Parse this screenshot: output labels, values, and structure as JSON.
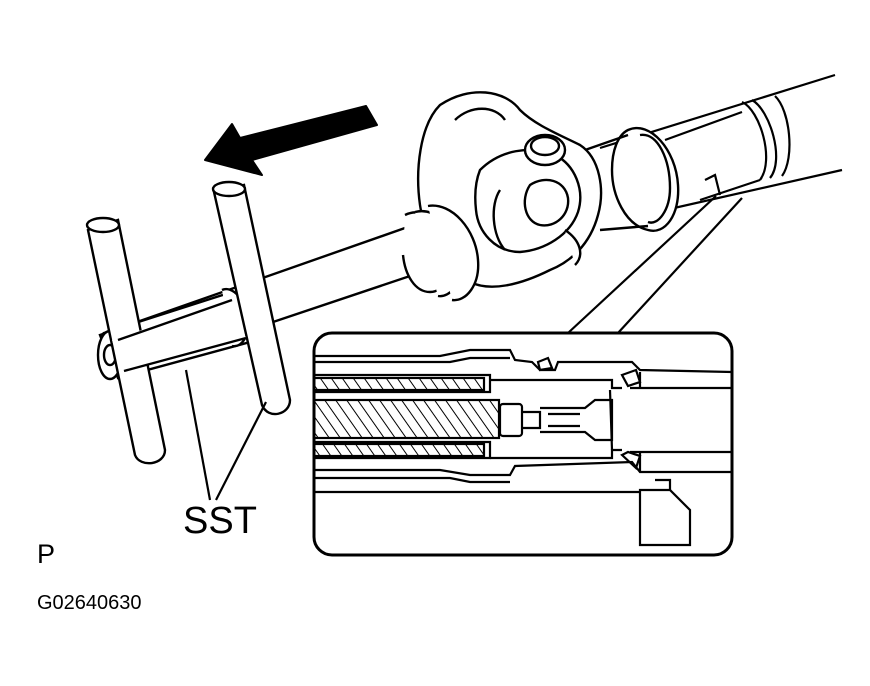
{
  "labels": {
    "tool_callout": "SST",
    "position_marker": "P",
    "figure_code": "G02640630"
  },
  "icons": {
    "direction": "arrow-left-icon"
  },
  "colors": {
    "ink": "#000000",
    "paper": "#ffffff"
  }
}
